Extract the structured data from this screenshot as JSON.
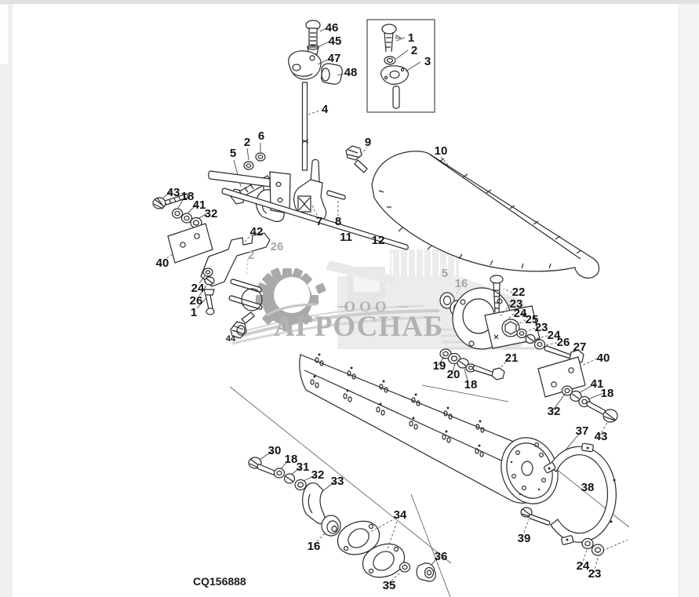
{
  "page": {
    "part_code": "CQ156888"
  },
  "watermark": {
    "company_prefix": "ООО",
    "company_name": "АГРОСНАБ"
  },
  "colors": {
    "line": "#2a2a2a",
    "label": "#141414",
    "label_gray": "#a6a6a6",
    "watermark_text": "#b2b2b2",
    "watermark_gear": "#a9a9a9",
    "watermark_light": "#ececec",
    "bg_strip_left": "#efefef",
    "bg_strip_right": "#f4f4f4",
    "bg_strip_top": "#e1e1e1"
  },
  "labels": {
    "n46": "46",
    "n45": "45",
    "n47": "47",
    "n48": "48",
    "i1": "1",
    "i2": "2",
    "i3": "3",
    "n4": "4",
    "n5": "5",
    "n2b": "2",
    "n6": "6",
    "n9": "9",
    "n10": "10",
    "n7": "7",
    "n8": "8",
    "n43L": "43",
    "n18L": "18",
    "n41L": "41",
    "n32L": "32",
    "n11": "11",
    "n12": "12",
    "n42": "42",
    "g26": "26",
    "g2": "2",
    "n40L": "40",
    "n24L": "24",
    "n26L": "26",
    "n1L": "1",
    "n44": "44",
    "g5": "5",
    "g16": "16",
    "n22": "22",
    "n23a": "23",
    "n24a": "24",
    "n25": "25",
    "n23b": "23",
    "n24b": "24",
    "n26R": "26",
    "n27": "27",
    "n21": "21",
    "n19": "19",
    "n20": "20",
    "n18m": "18",
    "n40R": "40",
    "n41R": "41",
    "n18R": "18",
    "n32R": "32",
    "n37": "37",
    "n43R": "43",
    "n38": "38",
    "n39": "39",
    "n24R": "24",
    "n23R": "23",
    "n30": "30",
    "n18b": "18",
    "n31": "31",
    "n32b": "32",
    "n33": "33",
    "n16b": "16",
    "n34": "34",
    "n35": "35",
    "n36": "36"
  }
}
